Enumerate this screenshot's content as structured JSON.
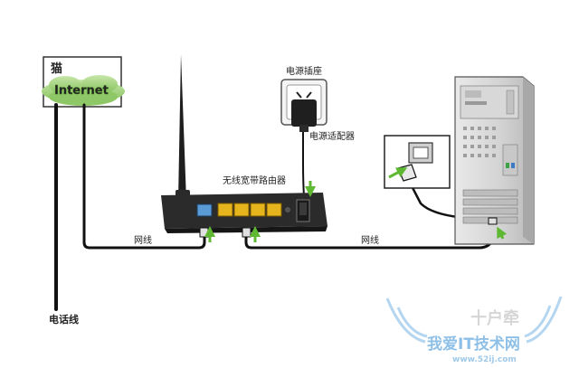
{
  "modem": {
    "title": "猫",
    "cloud_label": "Internet"
  },
  "labels": {
    "phone_line": "电话线",
    "power_outlet": "电源插座",
    "power_adapter": "电源适配器",
    "router": "无线宽带路由器",
    "lan_cable_left": "网线",
    "lan_cable_right": "网线"
  },
  "watermark": {
    "text": "我爱IT技术网",
    "url": "www.52ij.com",
    "corner_text": "十户牵"
  },
  "colors": {
    "cable": "#111111",
    "router_body": "#2b2b2b",
    "lan_port": "#e6b51e",
    "wan_port": "#5a9bd5",
    "arrow_green": "#5fb832",
    "cloud_green": "#9ccf74",
    "watermark_blue": "#7bb6e3"
  }
}
